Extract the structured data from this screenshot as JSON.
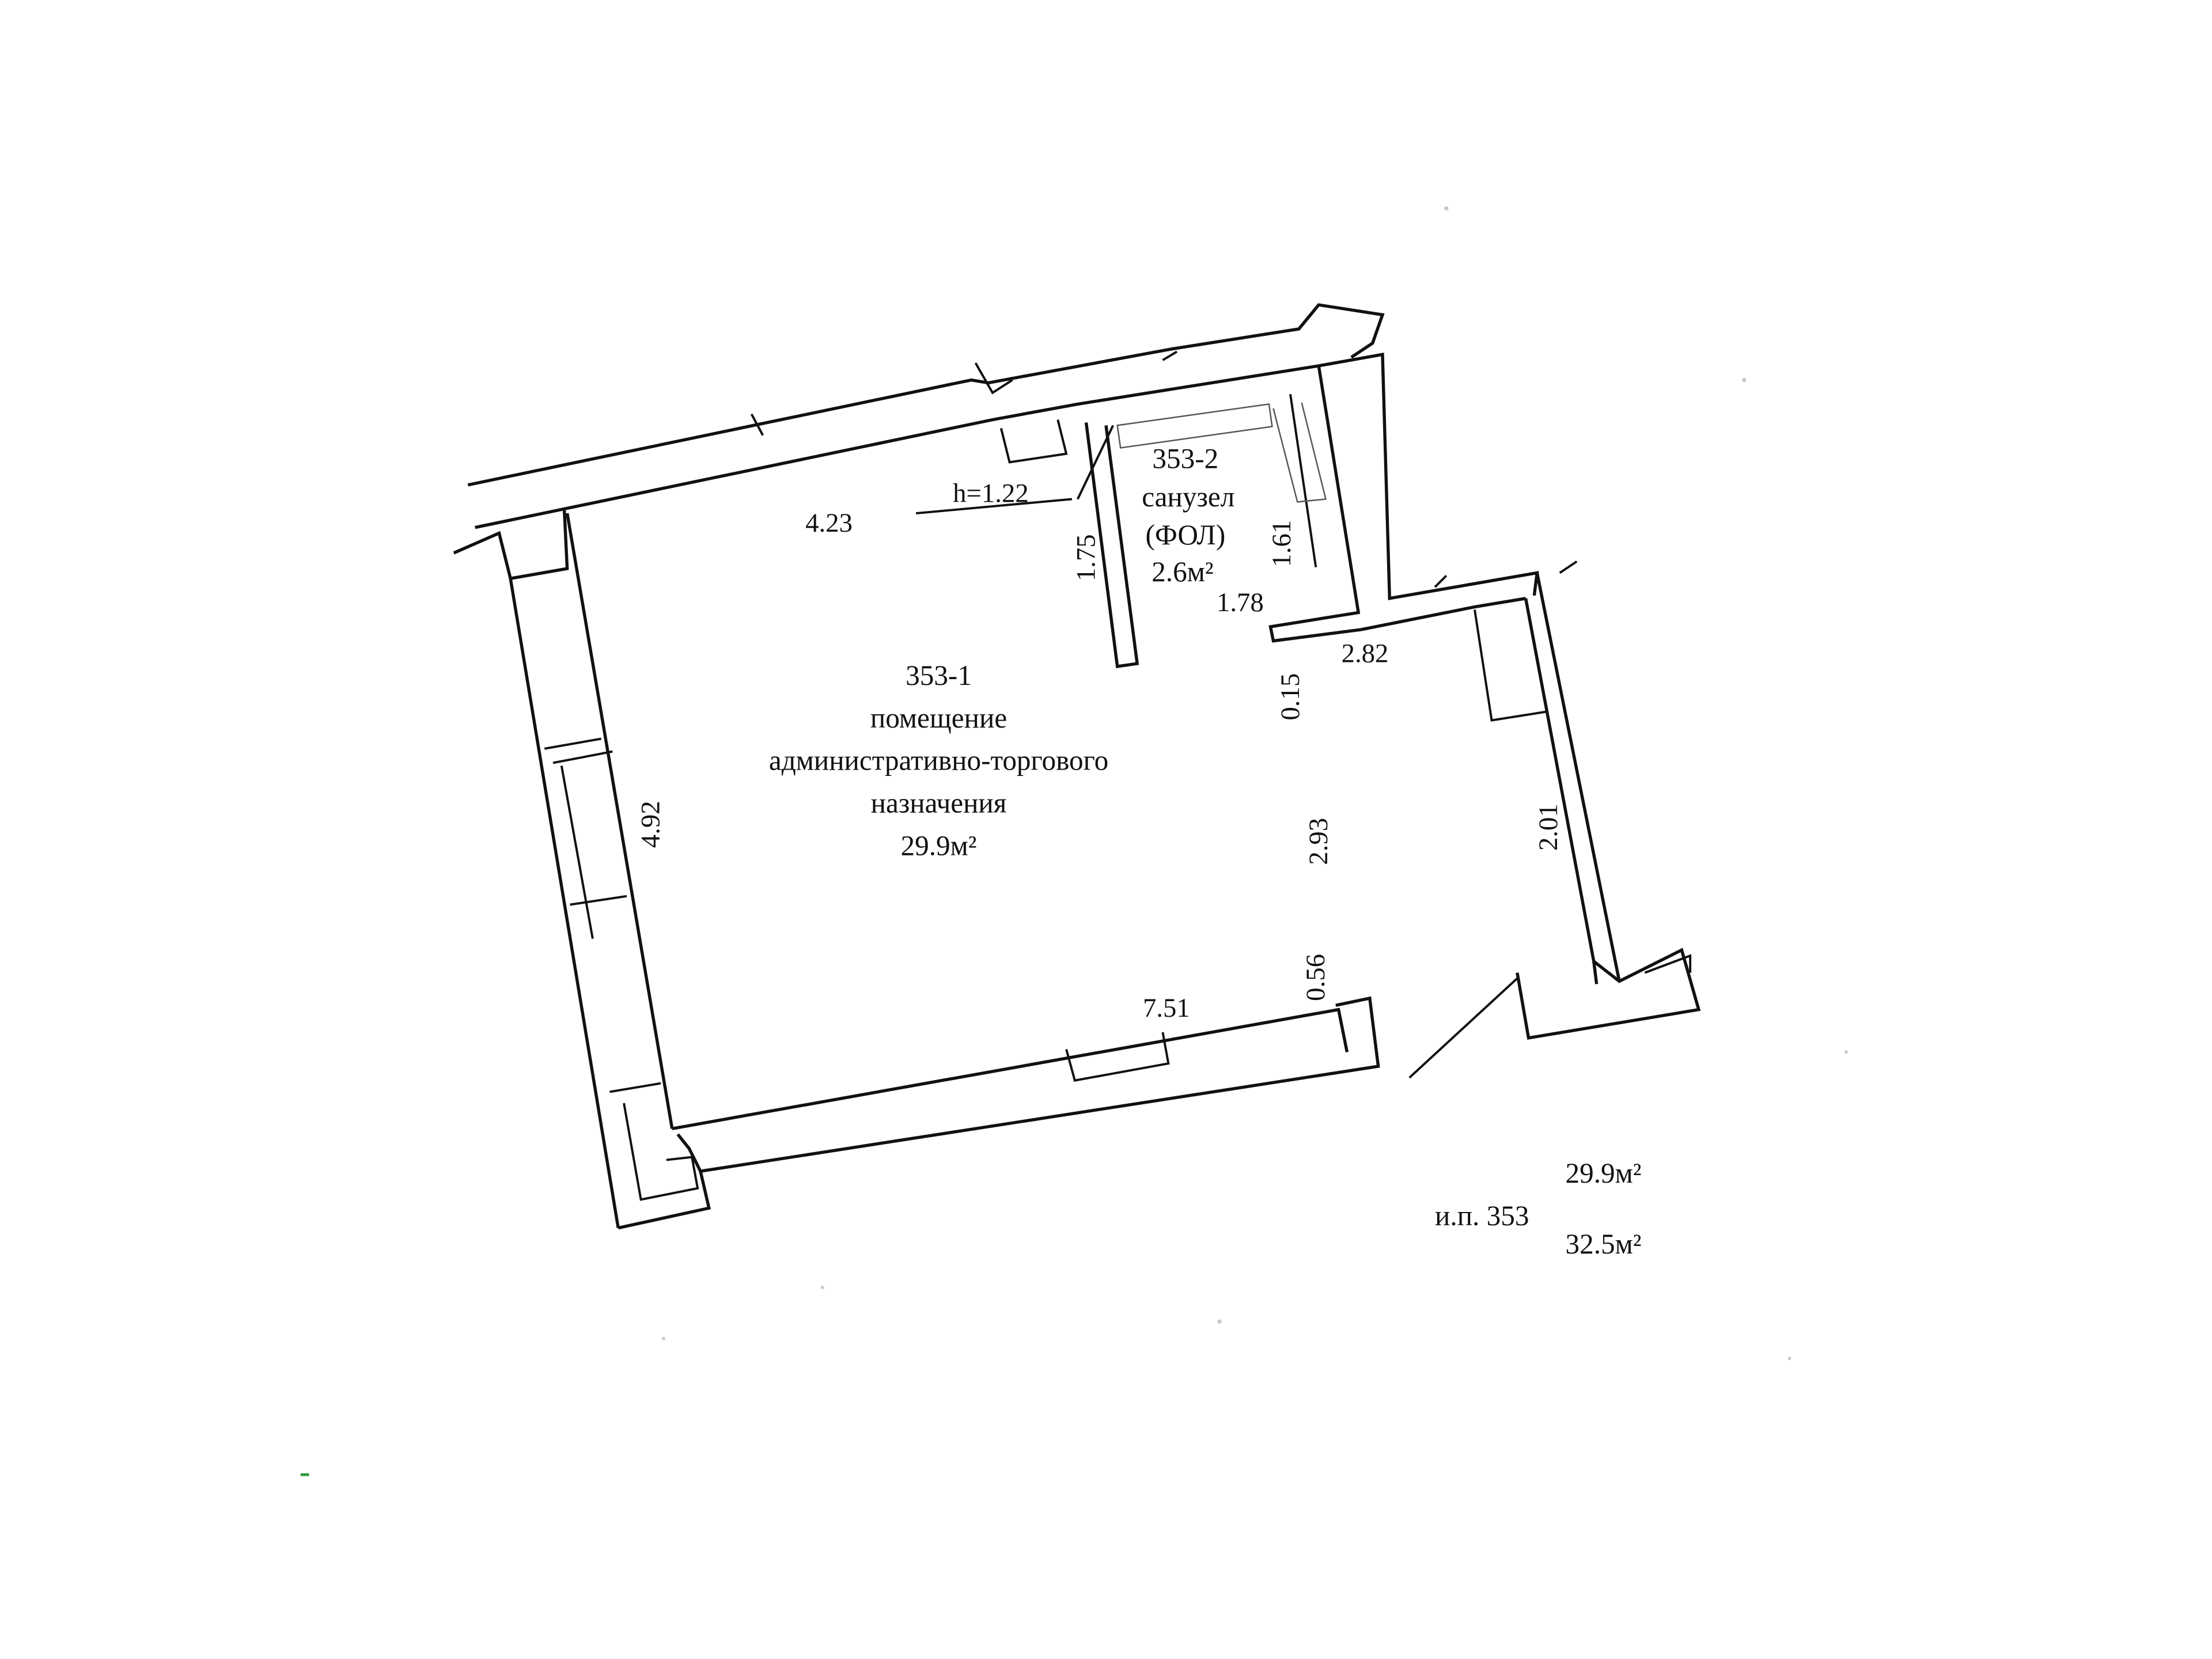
{
  "rooms": {
    "main": {
      "number": "353-1",
      "name_line1": "помещение",
      "name_line2": "административно-торгового",
      "name_line3": "назначения",
      "area": "29.9м²"
    },
    "wc": {
      "number": "353-2",
      "name": "санузел",
      "finish": "(ФОЛ)",
      "area": "2.6м²"
    }
  },
  "dimensions": {
    "d_4_23": "4.23",
    "d_h_1_22": "h=1.22",
    "d_1_75": "1.75",
    "d_1_61": "1.61",
    "d_1_78": "1.78",
    "d_0_15": "0.15",
    "d_2_82": "2.82",
    "d_4_92": "4.92",
    "d_2_93": "2.93",
    "d_2_01": "2.01",
    "d_0_56": "0.56",
    "d_7_51": "7.51"
  },
  "summary": {
    "label": "и.п. 353",
    "area_main": "29.9м²",
    "area_total": "32.5м²"
  },
  "colors": {
    "line": "#111111",
    "background": "#ffffff",
    "accent_mark": "#2e9b3a"
  }
}
